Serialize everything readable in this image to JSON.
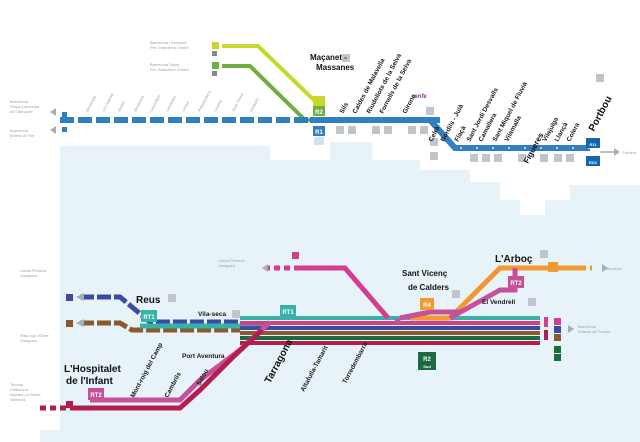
{
  "north": {
    "cities": {
      "macanet": "Maçanet -\nMassanes",
      "figueres": "Figueres",
      "portbou": "Portbou"
    },
    "stations": [
      "Sils",
      "Caldes de Malavella",
      "Riudellots de la Selva",
      "Fornells de la Selva",
      "Girona",
      "Celrà",
      "Bordils - Juià",
      "Flaçà",
      "Sant Jordi Desvalls",
      "Camallera",
      "Sant Miquel de Fluvià",
      "Vilamalla",
      "Vilajuïga",
      "Llançà",
      "Colera"
    ],
    "faded_stations": [
      "Hostalric",
      "Sant Celoni",
      "Gualba",
      "Palautordera",
      "Llinars",
      "Cardedeu",
      "Granollers",
      "Montmeló",
      "Mollet",
      "La Llagosta",
      "Montcada"
    ],
    "connections": {
      "barcelona_left": "Barcelona\nPlaça Catalunya\nde l'Aeroport",
      "barcelona_left2": "Barcelona\nMolins de Rei",
      "granollers_r8": "Barcelona / Aeroport\nPer Granollers Centre",
      "granollers_r2": "Barcelona Sants\nPer Granollers Centre",
      "cerbere": "Cerbère"
    },
    "badges": {
      "r1": "R1",
      "r2": "R2",
      "r11": "R11",
      "rg1": "RG1",
      "p": "P",
      "renfe": "renfe"
    }
  },
  "south": {
    "cities": {
      "reus": "Reus",
      "larboc": "L'Arboç",
      "sant_vicenc": "Sant Vicenç\nde Calders",
      "tarragona": "Tarragona",
      "hospitalet": "L'Hospitalet\nde l'Infant"
    },
    "stations": [
      "Vila-seca",
      "Port Aventura",
      "Salou",
      "Cambrils",
      "Mont-roig del Camp",
      "Altafulla-Tamarit",
      "Torredembarra",
      "El Vendrell"
    ],
    "connections": {
      "lleida_top": "Lleida-Pirineus\nZaragoza",
      "lleida_mid": "Lleida-Pirineus\nZaragoza",
      "riba_roja": "Riba-roja d'Ebre\nZaragoza",
      "tortosa": "Tortosa\nUlldecona\nAlacant-La Sénia\nValència",
      "manresa": "Manresa",
      "barcelona": "Barcelona\nEstació de França"
    },
    "badges": {
      "rt1": "RT1",
      "rt2": "RT2",
      "r2": "R2",
      "sud": "Sud",
      "r4": "R4",
      "p": "P"
    }
  },
  "colors": {
    "r1": "#2f7fc1",
    "r2": "#6fae3f",
    "r8": "#c8d82b",
    "r11": "#1565b0",
    "sea": "#e8f2f9",
    "rt1": "#36b3a7",
    "rt2": "#c7509b",
    "r4": "#f29a32",
    "r2s": "#1a6b3f",
    "r13": "#d43c8e",
    "r14": "#3b4ca0",
    "r15": "#8a5a2c",
    "r16": "#b21e4e",
    "r3": "#999999",
    "gray": "#a7aeb5"
  }
}
